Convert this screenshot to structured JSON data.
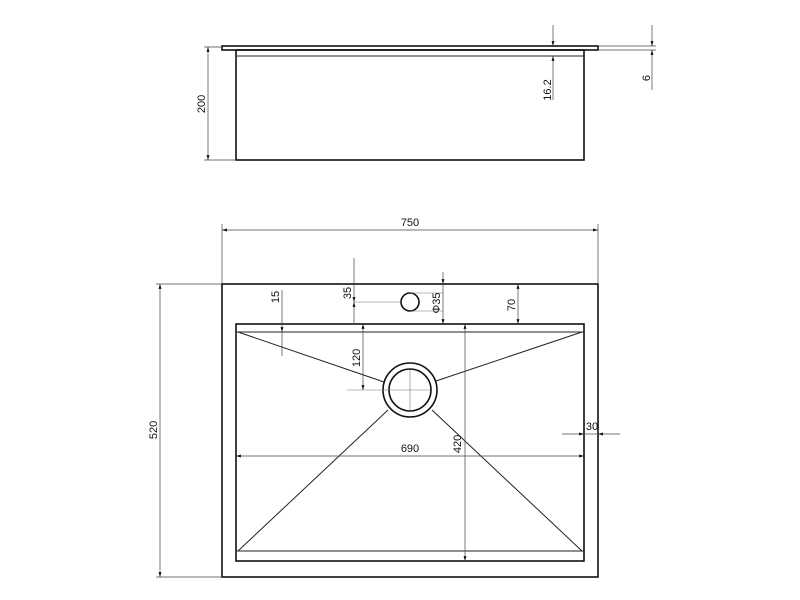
{
  "side_view": {
    "height": "200",
    "flange_depth": "16.2",
    "flange_thickness": "6"
  },
  "top_view": {
    "overall_width": "750",
    "overall_depth": "520",
    "bowl_width": "690",
    "bowl_depth": "420",
    "side_margin": "30",
    "back_margin": "70",
    "rim_strip": "15",
    "tap_hole_offset": "35",
    "tap_hole_diameter": "Φ35",
    "drain_offset": "120"
  }
}
